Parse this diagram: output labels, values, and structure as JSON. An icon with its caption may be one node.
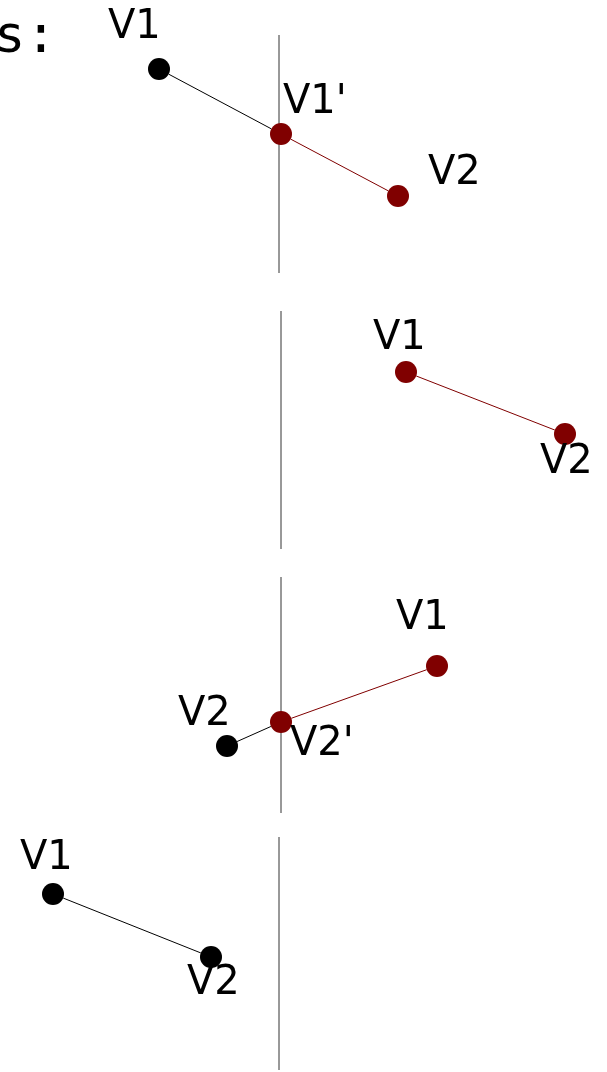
{
  "diagram": {
    "nodes": [
      {
        "text": [
          "V1"
        ]
      },
      {
        "text": [
          "V1'"
        ]
      },
      {
        "text": [
          "V2"
        ]
      },
      {
        "text": [
          "V1"
        ]
      },
      {
        "text": [
          "V2"
        ]
      },
      {
        "text": [
          "V1"
        ]
      },
      {
        "text": [
          "V2"
        ]
      },
      {
        "text": [
          "V2'"
        ]
      },
      {
        "text": [
          "V1"
        ]
      },
      {
        "text": [
          "V2"
        ]
      }
    ],
    "edges": [
      {
        "from": 0,
        "to": 1,
        "arrow": "none"
      },
      {
        "from": 1,
        "to": 2,
        "arrow": "none",
        "color": "#800000"
      },
      {
        "from": 3,
        "to": 4,
        "arrow": "none",
        "color": "#800000"
      },
      {
        "from": 5,
        "to": 7,
        "arrow": "none",
        "color": "#800000"
      },
      {
        "from": 7,
        "to": 6,
        "arrow": "none"
      },
      {
        "from": 8,
        "to": 9,
        "arrow": "none"
      }
    ],
    "labels": [
      "s:"
    ]
  }
}
